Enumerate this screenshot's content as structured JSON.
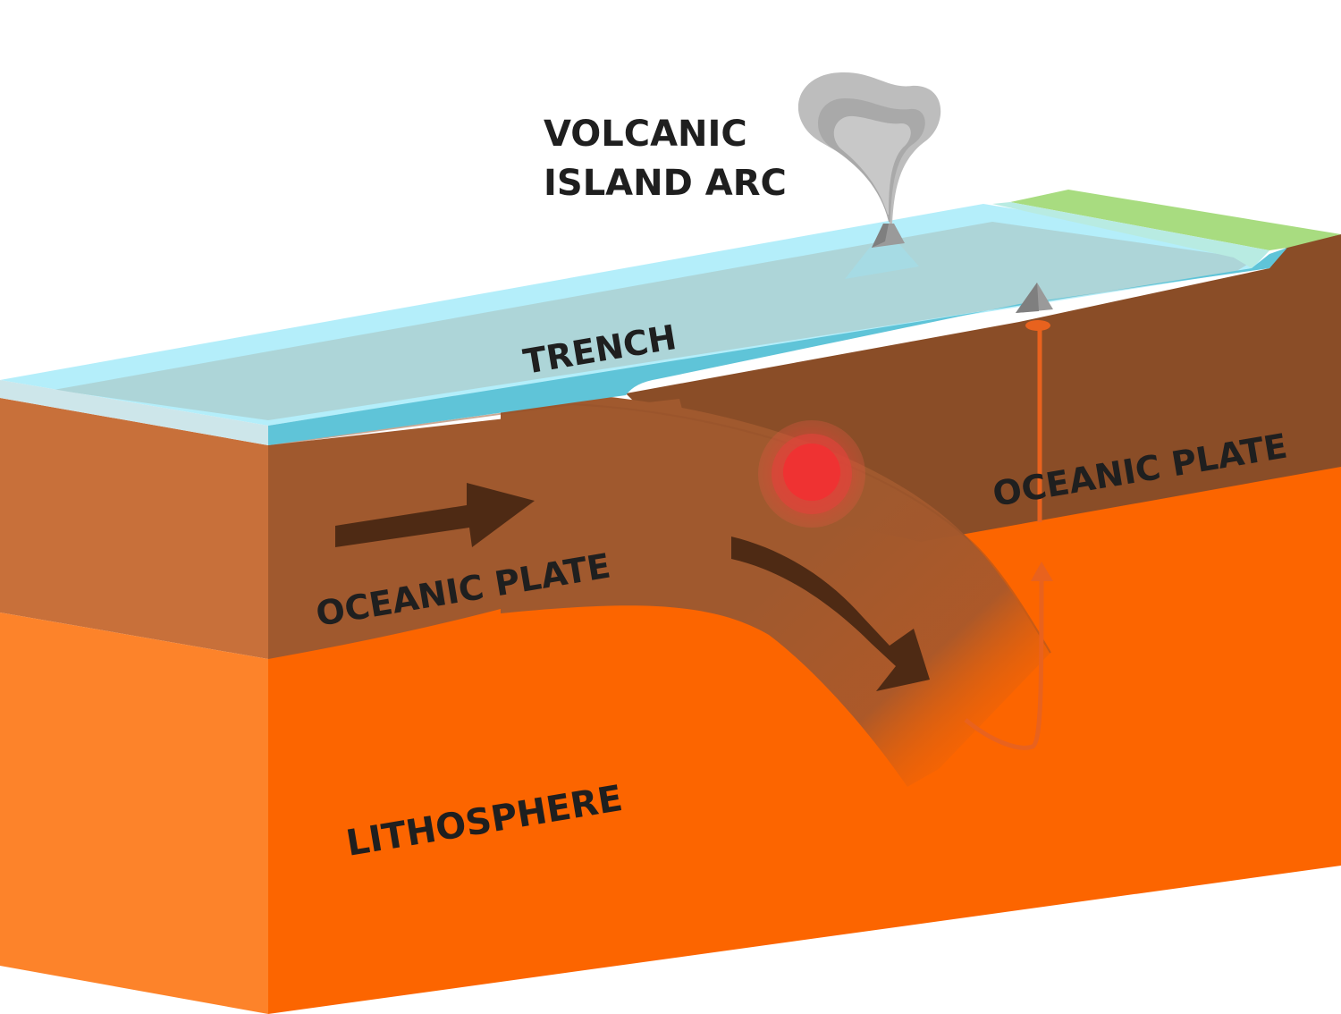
{
  "labels": {
    "volcanic_line1": "VOLCANIC",
    "volcanic_line2": "ISLAND ARC",
    "trench": "TRENCH",
    "oceanic_plate_right": "OCEANIC PLATE",
    "oceanic_plate_left": "OCEANIC PLATE",
    "lithosphere": "LITHOSPHERE"
  },
  "colors": {
    "ocean_surface": "#b4eefa",
    "ocean_top": "#add5d8",
    "ocean_front": "#5fc4d8",
    "land": "#a8dc80",
    "plate_front": "#c8703a",
    "plate_top": "#8a4d27",
    "subducting_slab": "#a0592e",
    "mantle_front": "#fd832a",
    "mantle_side": "#fc6500",
    "arrow": "#4e2a14",
    "magma": "#ef3232",
    "magma_path": "#e8621e",
    "ash_cloud": "#c4c4c4"
  },
  "icons": [
    "arrow-right-icon",
    "arrow-curved-down-icon",
    "magma-path-arrow-icon",
    "volcano-icon",
    "ash-cloud-icon",
    "earthquake-focus-icon"
  ]
}
